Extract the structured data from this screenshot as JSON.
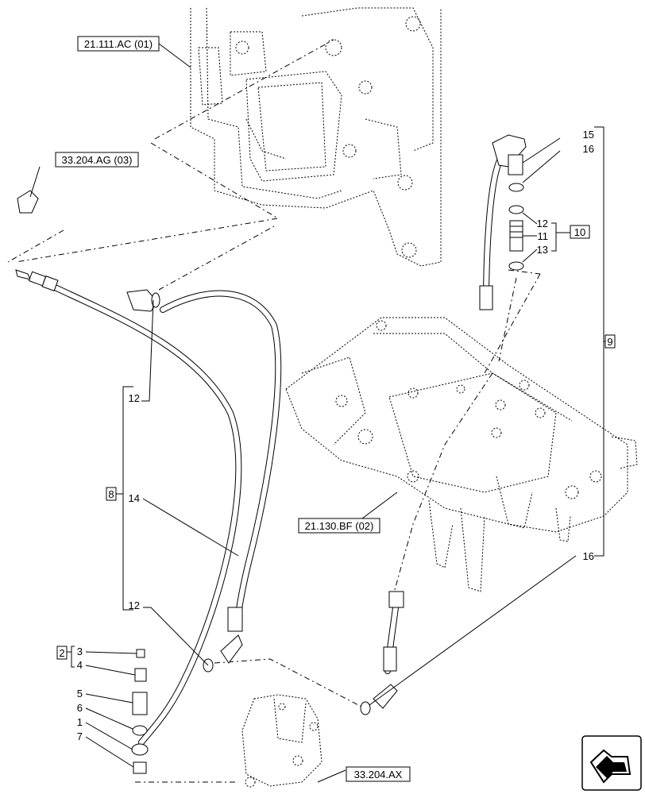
{
  "refs": {
    "r1": "21.111.AC (01)",
    "r2": "33.204.AG (03)",
    "r3": "21.130.BF (02)",
    "r4": "33.204.AX"
  },
  "groups": {
    "g2": "2",
    "g8": "8",
    "g9": "9",
    "g10": "10"
  },
  "callouts": {
    "c15": "15",
    "c16a": "16",
    "c12a": "12",
    "c11": "11",
    "c13": "13",
    "c12b": "12",
    "c14": "14",
    "c12c": "12",
    "c16b": "16",
    "c3": "3",
    "c4": "4",
    "c5": "5",
    "c6": "6",
    "c1": "1",
    "c7": "7"
  },
  "nav_icon": "next-page-arrow-icon"
}
